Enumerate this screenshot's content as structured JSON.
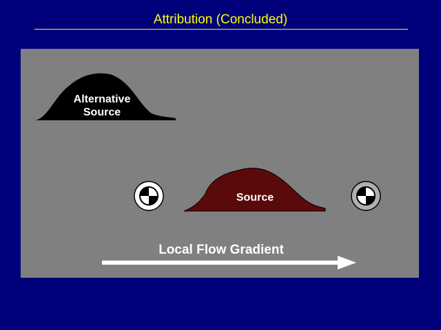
{
  "title": "Attribution (Concluded)",
  "labels": {
    "alt_line1": "Alternative",
    "alt_line2": "Source",
    "source": "Source",
    "flow": "Local Flow Gradient"
  },
  "colors": {
    "background": "#00007b",
    "panel": "#808080",
    "title": "#ffff00",
    "source": "#5a0a0a",
    "alt_source": "#000000"
  }
}
